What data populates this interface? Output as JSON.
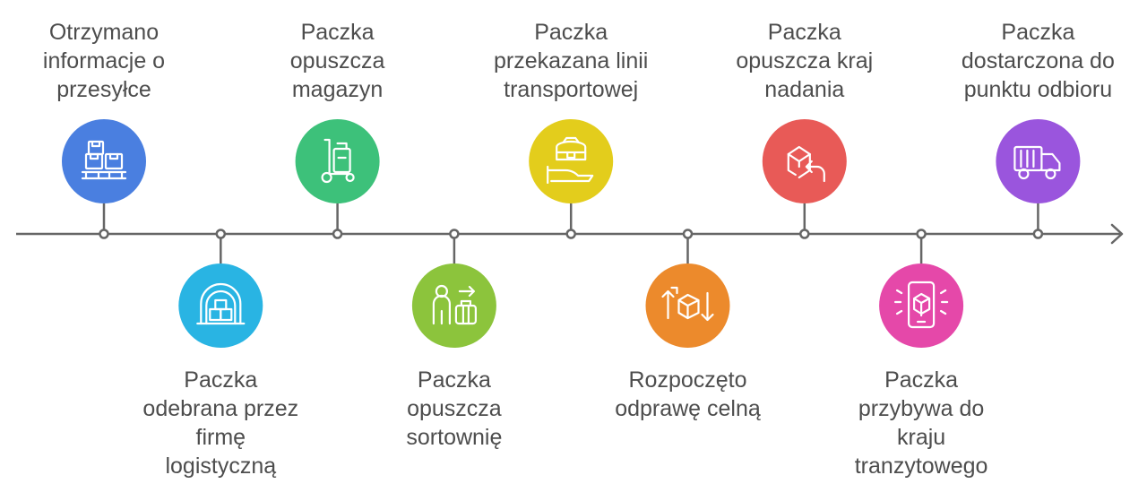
{
  "colors": {
    "line": "#666666",
    "text": "#4d4d4d",
    "icon_stroke": "#ffffff"
  },
  "steps": [
    {
      "position": "top",
      "color": "#4a7fe0",
      "icon": "pallet-boxes-icon",
      "label": [
        "Otrzymano",
        "informacje o",
        "przesyłce"
      ]
    },
    {
      "position": "bottom",
      "color": "#29b4e3",
      "icon": "warehouse-boxes-icon",
      "label": [
        "Paczka",
        "odebrana przez",
        "firmę",
        "logistyczną"
      ]
    },
    {
      "position": "top",
      "color": "#3dc17a",
      "icon": "hand-truck-icon",
      "label": [
        "Paczka",
        "opuszcza",
        "magazyn"
      ]
    },
    {
      "position": "bottom",
      "color": "#8cc43c",
      "icon": "person-luggage-icon",
      "label": [
        "Paczka",
        "opuszcza",
        "sortownię"
      ]
    },
    {
      "position": "top",
      "color": "#e3cd1c",
      "icon": "hand-parcel-icon",
      "label": [
        "Paczka",
        "przekazana linii",
        "transportowej"
      ]
    },
    {
      "position": "bottom",
      "color": "#ec8a2c",
      "icon": "box-arrows-icon",
      "label": [
        "Rozpoczęto",
        "odprawę celną"
      ]
    },
    {
      "position": "top",
      "color": "#e85a57",
      "icon": "box-return-icon",
      "label": [
        "Paczka",
        "opuszcza kraj",
        "nadania"
      ]
    },
    {
      "position": "bottom",
      "color": "#e548a9",
      "icon": "phone-parcel-icon",
      "label": [
        "Paczka",
        "przybywa do",
        "kraju",
        "tranzytowego"
      ]
    },
    {
      "position": "top",
      "color": "#9a55dd",
      "icon": "delivery-truck-icon",
      "label": [
        "Paczka",
        "dostarczona do",
        "punktu odbioru"
      ]
    }
  ]
}
